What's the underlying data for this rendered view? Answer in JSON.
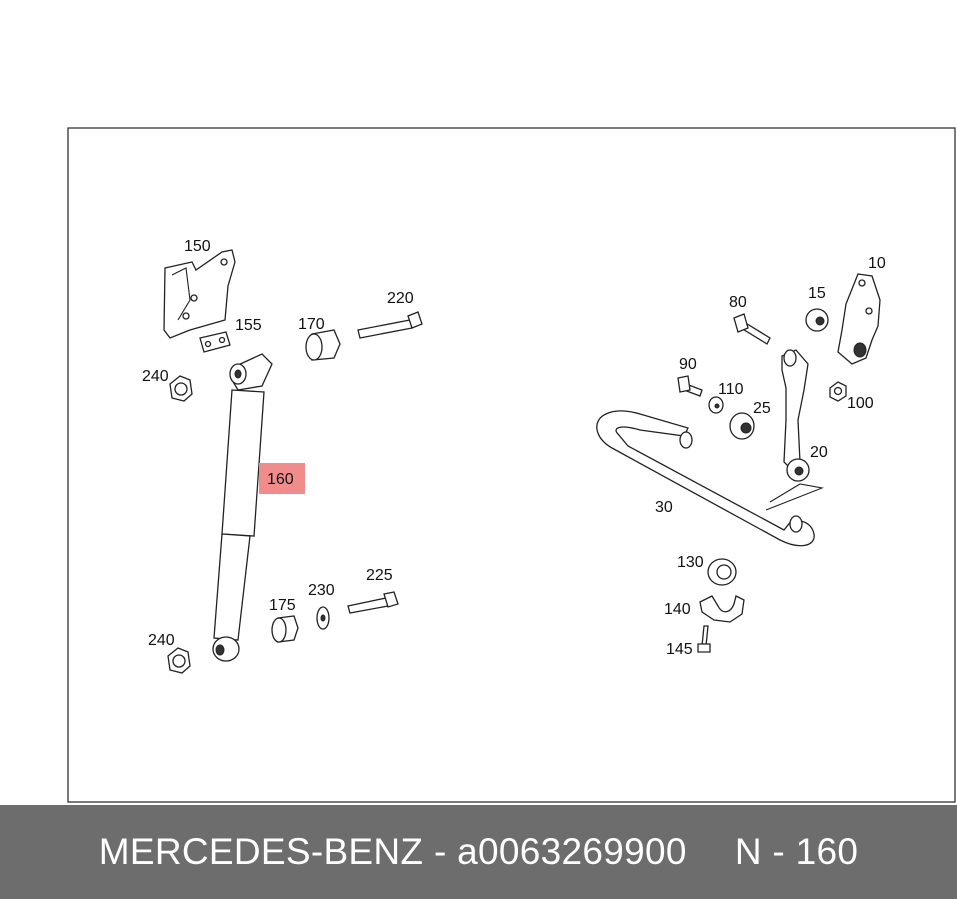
{
  "diagram": {
    "highlight_color": "#f08c8c",
    "callouts": {
      "c150": "150",
      "c155": "155",
      "c170": "170",
      "c220": "220",
      "c240a": "240",
      "c160": "160",
      "c240b": "240",
      "c175": "175",
      "c230": "230",
      "c225": "225",
      "c10": "10",
      "c15": "15",
      "c80": "80",
      "c90": "90",
      "c110": "110",
      "c25": "25",
      "c100": "100",
      "c20": "20",
      "c30": "30",
      "c130": "130",
      "c140": "140",
      "c145": "145"
    }
  },
  "footer": {
    "brand": "MERCEDES-BENZ",
    "separator": "-",
    "part_number": "a0063269900",
    "position_label": "N - 160",
    "background": "#6d6d6d"
  }
}
